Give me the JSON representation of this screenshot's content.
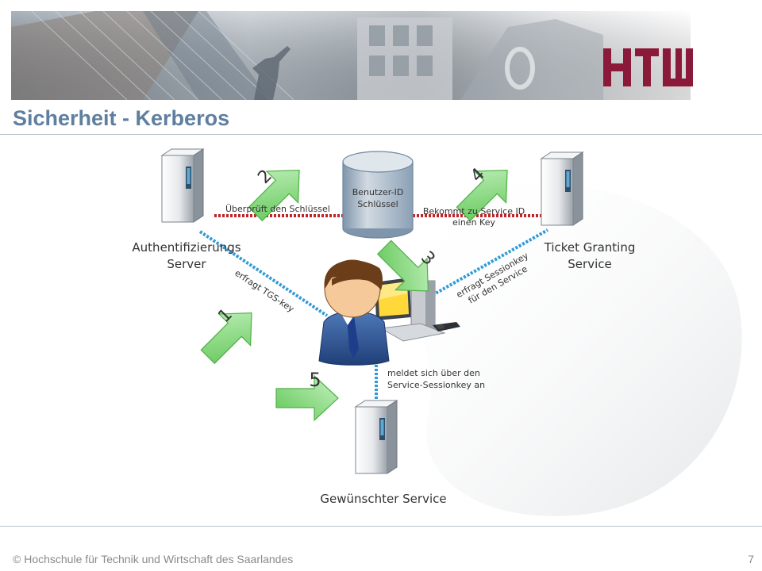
{
  "header": {
    "logo_text": "HTW",
    "title": "Sicherheit - Kerberos"
  },
  "colors": {
    "title": "#5e7f9e",
    "logo": "#8b1a3a",
    "red_link": "#b7272b",
    "blue_link": "#2f9ad8",
    "arrow": "#7fd07a"
  },
  "diagram": {
    "nodes": {
      "auth_server": "Authentifizierungs\nServer",
      "tgs": "Ticket Granting\nService",
      "database": "Benutzer-ID\nSchlüssel",
      "desired_service": "Gewünschter Service"
    },
    "edges": {
      "checks_key": "Überprüft den Schlüssel",
      "gets_key": "Bekommt zu Service ID\neinen Key",
      "requests_tgs_key": "erfragt TGS-key",
      "requests_sessionkey": "erfragt Sessionkey\nfür den Service",
      "login_service": "meldet sich über den\nService-Sessionkey an"
    },
    "steps": [
      "1",
      "2",
      "3",
      "4",
      "5"
    ],
    "icons": [
      "server-icon",
      "database-icon",
      "user-icon",
      "computer-icon",
      "arrow-icon"
    ]
  },
  "footer": {
    "text": "© Hochschule für Technik und Wirtschaft des Saarlandes",
    "page": "7"
  }
}
